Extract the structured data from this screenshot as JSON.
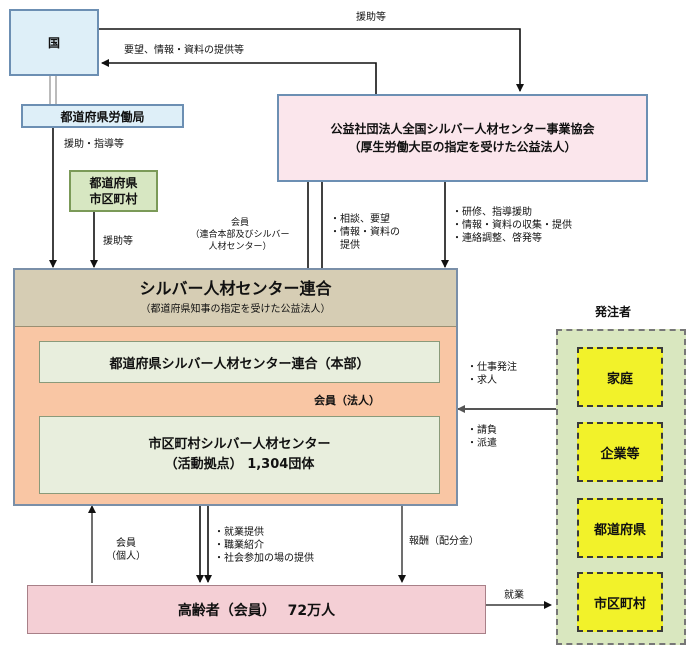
{
  "nodes": {
    "country": "国",
    "prefecture_labor_bureau": "都道府県労働局",
    "prefecture_municipality": "都道府県\n市区町村",
    "national_association_line1": "公益社団法人全国シルバー人材センター事業協会",
    "national_association_line2": "（厚生労働大臣の指定を受けた公益法人）",
    "federation_title": "シルバー人材センター連合",
    "federation_subtitle": "（都道府県知事の指定を受けた公益法人）",
    "prefectural_federation_hq": "都道府県シルバー人材センター連合（本部）",
    "municipal_center_line1": "市区町村シルバー人材センター",
    "municipal_center_line2": "（活動拠点） 1,304団体",
    "elderly": "高齢者（会員）　 72万人",
    "clients_title": "発注者",
    "clients": [
      "家庭",
      "企業等",
      "都道府県",
      "市区町村"
    ]
  },
  "labels": {
    "support_top": "援助等",
    "requests_info": "要望、情報・資料の提供等",
    "support_guidance": "援助・指導等",
    "support_pref": "援助等",
    "member_federation": "会員\n（連合本部及びシルバー\n人材センター）",
    "consult_request": "・相談、要望\n・情報・資料の\n　提供",
    "training": "・研修、指導援助\n・情報・資料の収集・提供\n・連絡調整、啓発等",
    "member_corp": "会員（法人）",
    "work_order": "・仕事発注\n・求人",
    "contract": "・請負\n・派遣",
    "member_individual": "会員\n（個人）",
    "job_offer": "・就業提供\n・職業紹介\n・社会参加の場の提供",
    "remuneration": "報酬（配分金）",
    "employment": "就業"
  },
  "colors": {
    "light_blue": "#deeff8",
    "light_green": "#d7e7c2",
    "pink": "#fbe6ec",
    "tan": "#d6cdb4",
    "orange": "#f9c6a4",
    "inner_green": "#e8eedd",
    "elderly_pink": "#f4cfd5",
    "client_bg": "#d9e7bf",
    "client_box": "#f2f22a"
  }
}
